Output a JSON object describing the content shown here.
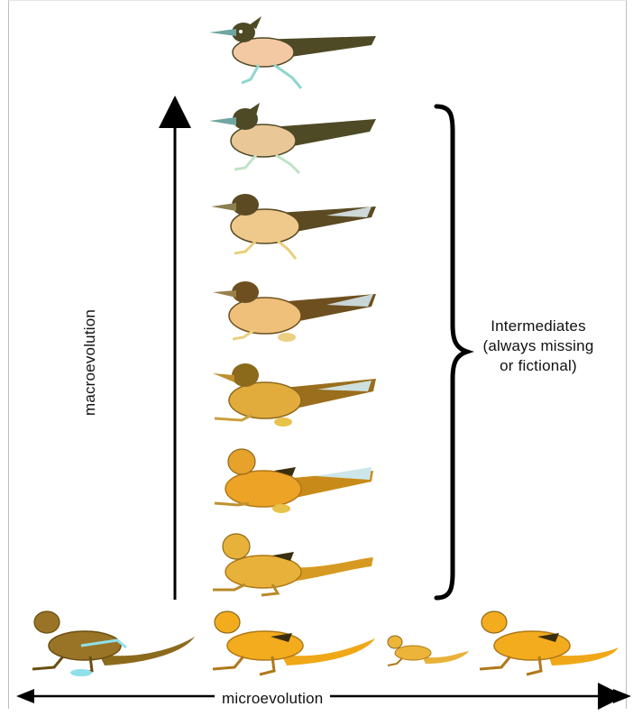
{
  "labels": {
    "macroevolution": "macroevolution",
    "microevolution": "microevolution",
    "intermediates": "Intermediates\n(always missing\nor fictional)"
  },
  "colors": {
    "arrow": "#000000",
    "roadrunner_dark": "#4e4a26",
    "roadrunner_belly": "#f3c9a3",
    "lizard_dark": "#8c6a1c",
    "lizard_orange": "#f0a818",
    "lizard_light": "#e8c24a",
    "shadow_cyan": "#8fe0e8"
  },
  "figures": {
    "vertical_stack": [
      "roadrunner-icon",
      "transitional-creature-icon",
      "transitional-creature-icon",
      "transitional-creature-icon",
      "transitional-creature-icon",
      "transitional-creature-icon",
      "transitional-creature-icon"
    ],
    "bottom_row": [
      "lizard-icon",
      "lizard-icon",
      "lizard-icon",
      "lizard-icon"
    ]
  }
}
